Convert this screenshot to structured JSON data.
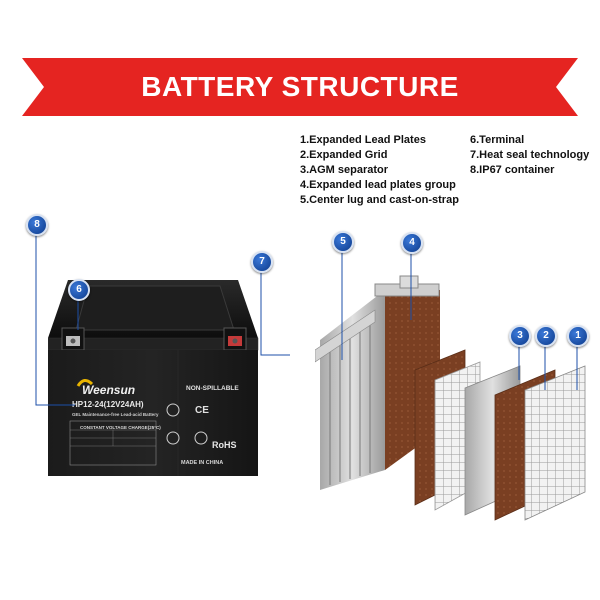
{
  "banner": {
    "title": "BATTERY STRUCTURE",
    "color": "#e52421"
  },
  "legend_left": [
    "1.Expanded Lead Plates",
    "2.Expanded Grid",
    "3.AGM separator",
    "4.Expanded lead plates group",
    "5.Center lug and cast-on-strap"
  ],
  "legend_right": [
    "6.Terminal",
    "7.Heat seal technology",
    "8.IP67 container"
  ],
  "markers": {
    "m1": "1",
    "m2": "2",
    "m3": "3",
    "m4": "4",
    "m5": "5",
    "m6": "6",
    "m7": "7",
    "m8": "8"
  },
  "battery": {
    "brand": "Weensun",
    "model": "HP12-24(12V24AH)",
    "subtitle": "GEL Maintenance-free Lead-acid Battery",
    "non_spillable": "NON-SPILLABLE",
    "table_title": "CONSTANT VOLTAGE CHARGE(25°C)",
    "rohs": "RoHS",
    "ce": "CE",
    "made_in": "MADE IN CHINA"
  },
  "colors": {
    "marker": "#1c4fa8",
    "battery_body": "#1a1a1a",
    "plate_brown": "#8a4a2a",
    "grid_silver": "#c8c8c8"
  }
}
